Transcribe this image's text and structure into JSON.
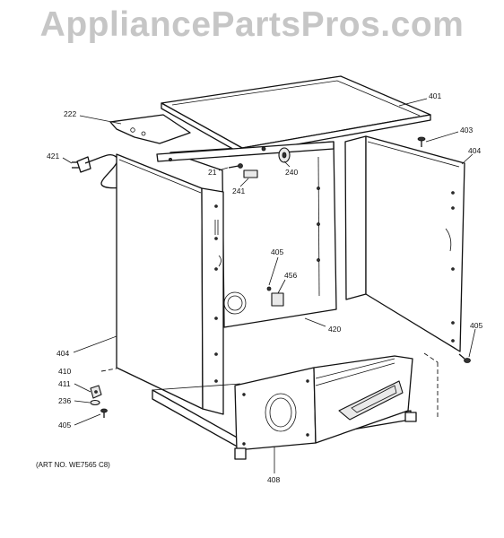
{
  "header": {
    "watermark": "AppliancePartsPros.com"
  },
  "diagram": {
    "art_number": "(ART NO. WE7565 C8)",
    "callouts": {
      "c401": "401",
      "c222": "222",
      "c403": "403",
      "c404_right": "404",
      "c421": "421",
      "c21": "21",
      "c240": "240",
      "c241": "241",
      "c405_center": "405",
      "c456": "456",
      "c420": "420",
      "c405_right": "405",
      "c404_left": "404",
      "c410": "410",
      "c411": "411",
      "c236": "236",
      "c405_left": "405",
      "c408": "408"
    }
  }
}
